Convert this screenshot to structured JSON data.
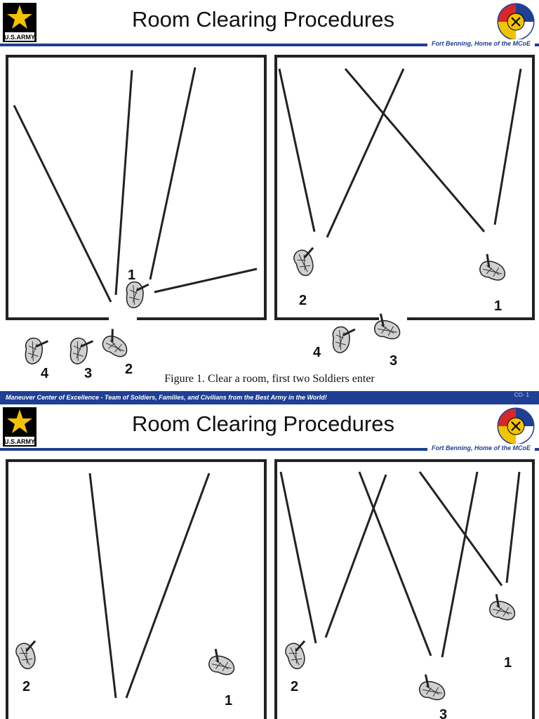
{
  "slides": [
    {
      "logo_text": "U.S.ARMY",
      "title": "Room Clearing Procedures",
      "tagline": "Fort Benning, Home of the MCoE",
      "caption": "Figure 1. Clear a room, first two Soldiers enter",
      "footer": "Maneuver Center of Excellence - Team of Soldiers, Families, and Civilians from the Best Army in the World!",
      "page_code": "CO- 1",
      "left_room_labels": [
        "1",
        "4",
        "3",
        "2"
      ],
      "right_room_labels": [
        "2",
        "1",
        "4",
        "3"
      ]
    },
    {
      "logo_text": "U.S.ARMY",
      "title": "Room Clearing Procedures",
      "tagline": "Fort Benning, Home of the MCoE",
      "left_room_labels": [
        "2",
        "1"
      ],
      "right_room_labels": [
        "2",
        "1",
        "3"
      ]
    }
  ],
  "colors": {
    "brand_blue": "#1e3f94",
    "logo_gold": "#f2c300",
    "line": "#111111"
  },
  "icons": [
    "army-star-icon",
    "mcoe-seal-icon",
    "soldier-icon"
  ]
}
